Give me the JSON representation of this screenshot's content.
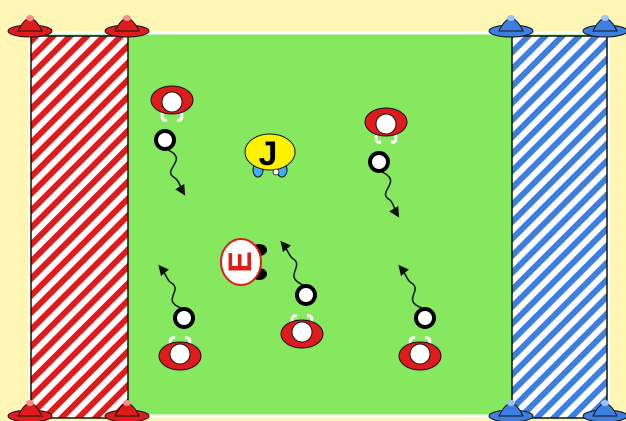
{
  "colors": {
    "background": "#fdf6b5",
    "pitch": "#86e85f",
    "red_team": "#e01b1b",
    "blue_team": "#3d7fe0",
    "coach_jersey": "#fff200",
    "ball": "#000000",
    "zone_stripe_light": "#ffffff"
  },
  "zones": [
    {
      "name": "red-end-zone",
      "color": "red"
    },
    {
      "name": "blue-end-zone",
      "color": "blue"
    }
  ],
  "cones": [
    {
      "name": "cone-top-left-1",
      "color": "red"
    },
    {
      "name": "cone-top-left-2",
      "color": "red"
    },
    {
      "name": "cone-top-right-1",
      "color": "blue"
    },
    {
      "name": "cone-top-right-2",
      "color": "blue"
    },
    {
      "name": "cone-bottom-left-1",
      "color": "red"
    },
    {
      "name": "cone-bottom-left-2",
      "color": "red"
    },
    {
      "name": "cone-bottom-right-1",
      "color": "blue"
    },
    {
      "name": "cone-bottom-right-2",
      "color": "blue"
    }
  ],
  "coach": {
    "label": "J",
    "icon": "coach-icon"
  },
  "defender": {
    "label": "E",
    "icon": "defender-icon"
  },
  "players": [
    {
      "name": "player-top-left",
      "team": "red",
      "facing": "down"
    },
    {
      "name": "player-top-right",
      "team": "red",
      "facing": "down"
    },
    {
      "name": "player-bottom-left",
      "team": "red",
      "facing": "up"
    },
    {
      "name": "player-bottom-center",
      "team": "red",
      "facing": "up"
    },
    {
      "name": "player-bottom-right",
      "team": "red",
      "facing": "up"
    }
  ]
}
